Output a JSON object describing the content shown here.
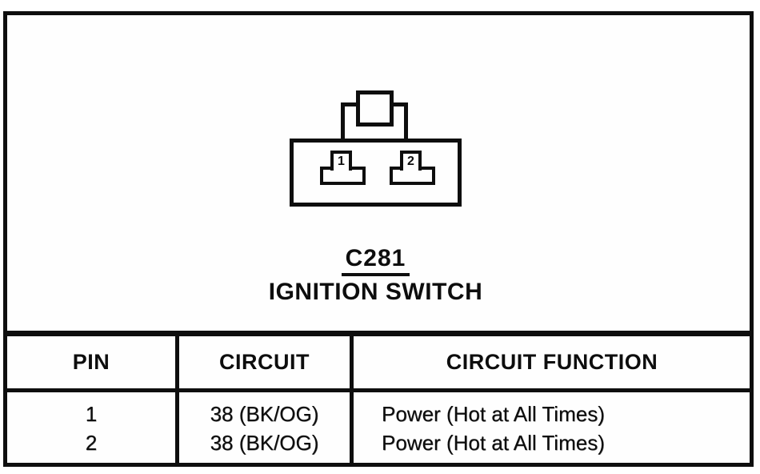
{
  "document": {
    "type": "connector-pinout-page"
  },
  "connector": {
    "id": "C281",
    "name": "IGNITION SWITCH",
    "pins": [
      {
        "number": "1"
      },
      {
        "number": "2"
      }
    ]
  },
  "table": {
    "headers": {
      "pin": "PIN",
      "circuit": "CIRCUIT",
      "function": "CIRCUIT FUNCTION"
    },
    "rows": [
      {
        "pin": "1",
        "circuit": "38 (BK/OG)",
        "function": "Power (Hot at All Times)"
      },
      {
        "pin": "2",
        "circuit": "38 (BK/OG)",
        "function": "Power (Hot at All Times)"
      }
    ]
  },
  "colors": {
    "ink": "#0e0e0e",
    "paper": "#fefefe"
  }
}
